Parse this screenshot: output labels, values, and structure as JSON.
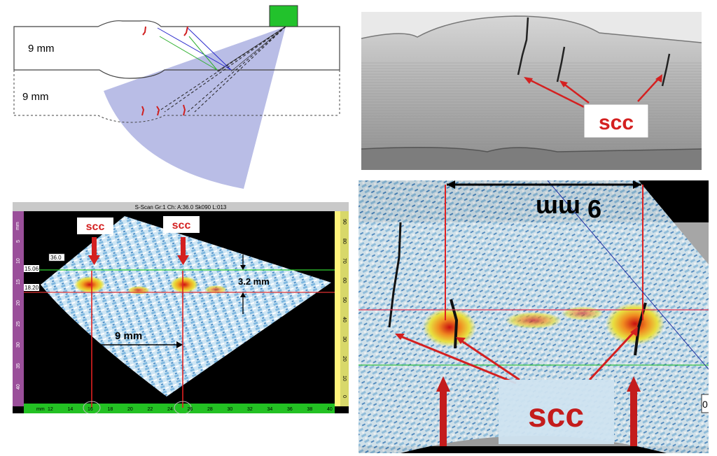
{
  "schematic": {
    "top_plate_label": "9 mm",
    "bottom_plate_label": "9 mm",
    "colors": {
      "beam": "#b9bde6",
      "probe": "#22c22c",
      "crack": "#d02020",
      "ray_blue": "#2a2acc",
      "ray_green": "#30b030"
    }
  },
  "photo": {
    "callout": "scc",
    "callout_color": "#d42020"
  },
  "sscan": {
    "title": "S-Scan Gr:1 Ch: A:36.0 Sk090 L:013",
    "cursor_value": "36.0",
    "green_cursor_value": "15.06",
    "red_cursor_value": "18.20",
    "left_axis_unit": "mm",
    "bottom_axis_unit": "mm",
    "left_ticks": [
      "5",
      "10",
      "15",
      "20",
      "25",
      "30",
      "35",
      "40"
    ],
    "bottom_ticks": [
      "12",
      "14",
      "16",
      "18",
      "20",
      "22",
      "24",
      "26",
      "28",
      "30",
      "32",
      "34",
      "36",
      "38",
      "40"
    ],
    "right_ticks": [
      "90",
      "80",
      "70",
      "60",
      "50",
      "40",
      "30",
      "20",
      "10",
      "0"
    ],
    "callout_left": "scc",
    "callout_right": "scc",
    "height_label": "3.2 mm",
    "spacing_label": "9 mm"
  },
  "overlay": {
    "dimension_label": "9 mm",
    "callout": "scc",
    "edge_label": "0"
  }
}
